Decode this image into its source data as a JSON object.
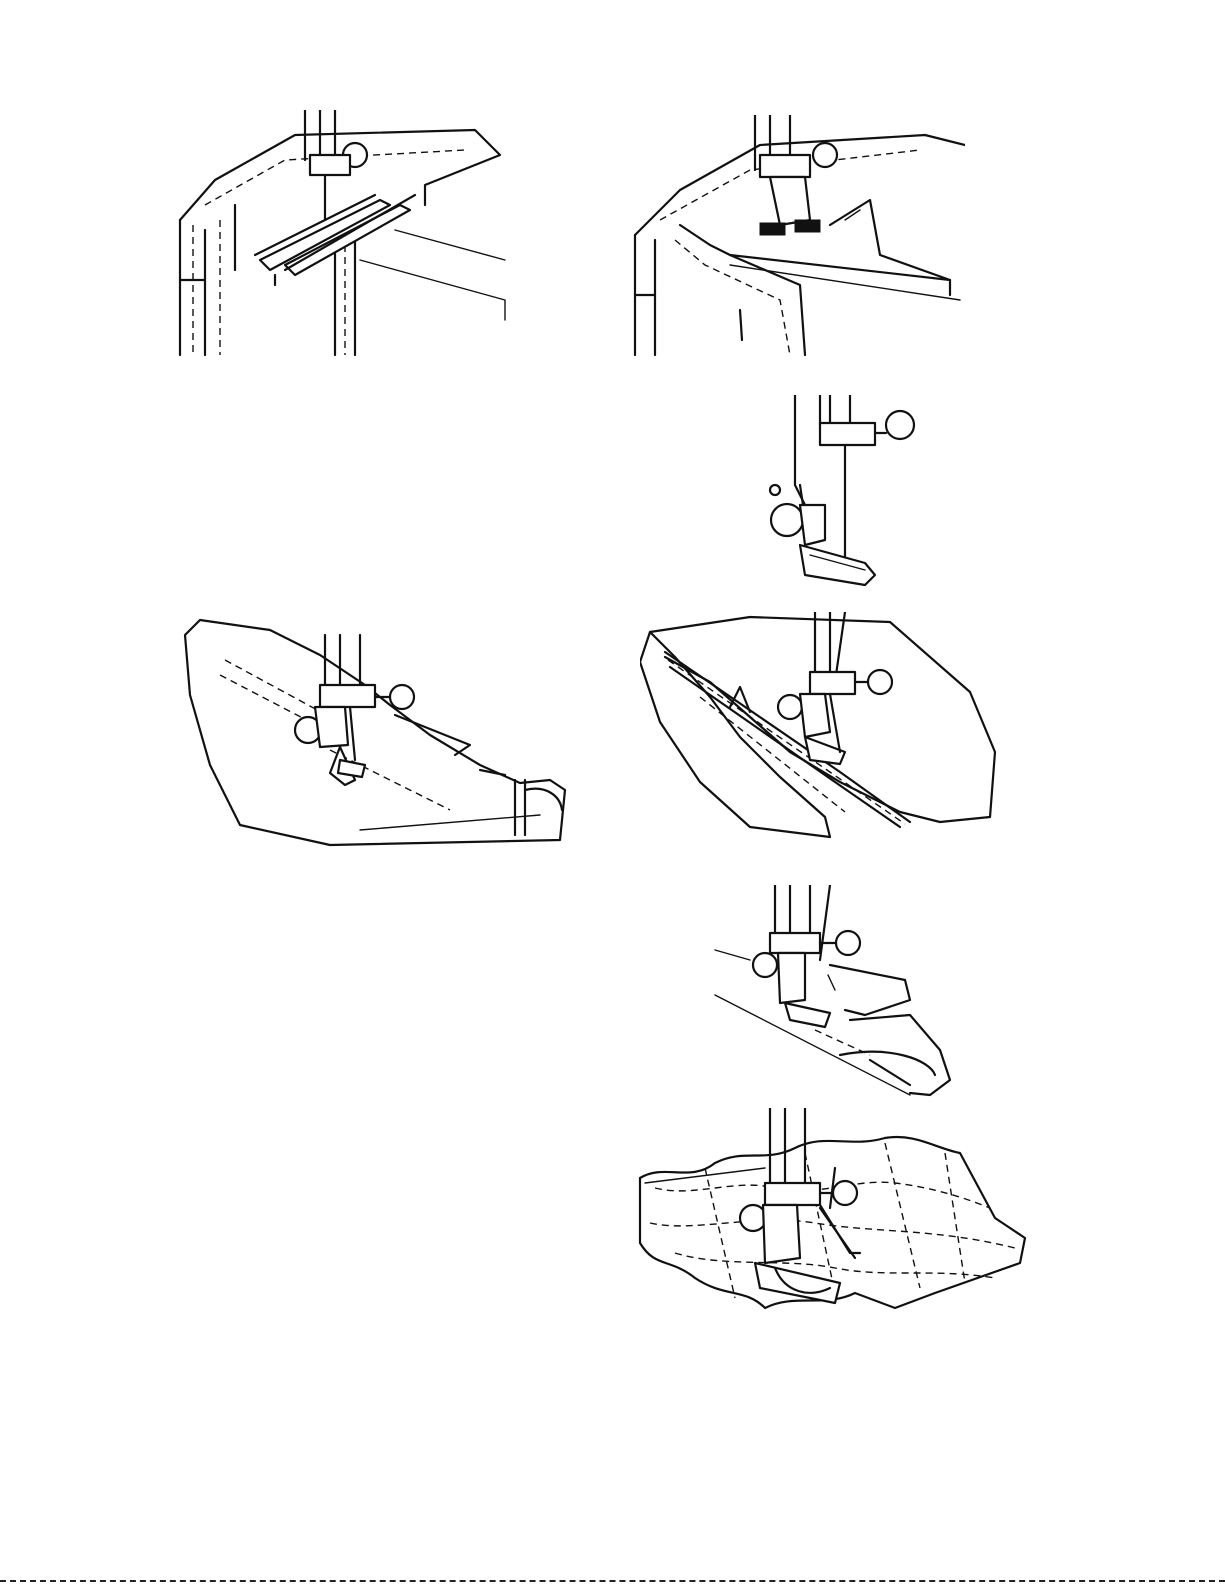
{
  "page": {
    "background": "#ffffff",
    "ink_color": "#111111"
  },
  "illustrations": [
    {
      "id": "fig-top-left",
      "subject": "edge-guide-foot-sewing-corner-icon"
    },
    {
      "id": "fig-top-right",
      "subject": "presser-foot-sewing-corner-icon"
    },
    {
      "id": "fig-presser-foot-alone",
      "subject": "presser-foot-closeup-icon"
    },
    {
      "id": "fig-middle-left",
      "subject": "narrow-hem-foot-icon"
    },
    {
      "id": "fig-middle-right",
      "subject": "zipper-foot-icon"
    },
    {
      "id": "fig-lower-right-cord",
      "subject": "cording-foot-icon"
    },
    {
      "id": "fig-bottom-right-quilt",
      "subject": "quilting-guide-foot-icon"
    }
  ]
}
